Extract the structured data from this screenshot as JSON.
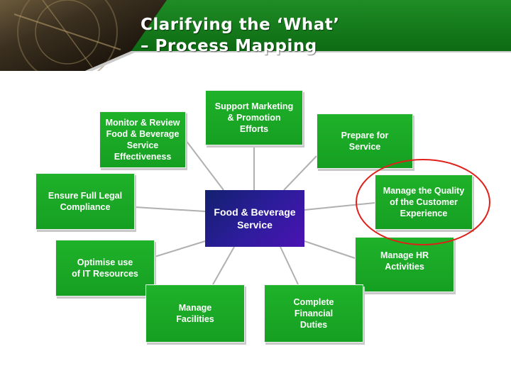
{
  "slide": {
    "title_line1": "Clarifying the ‘What’",
    "title_line2": "– Process Mapping"
  },
  "diagram": {
    "center": "Food & Beverage\nService",
    "nodes": {
      "support_marketing": "Support Marketing\n& Promotion\nEfforts",
      "monitor_review": "Monitor & Review\nFood & Beverage\nService\nEffectiveness",
      "prepare_service": "Prepare for\nService",
      "legal_compliance": "Ensure Full Legal\nCompliance",
      "customer_experience": "Manage the Quality\nof the Customer\nExperience",
      "it_resources": "Optimise use\nof IT Resources",
      "hr_activities": "Manage HR\nActivities",
      "facilities": "Manage\nFacilities",
      "financial_duties": "Complete\nFinancial\nDuties"
    },
    "colors": {
      "node_green": "#1aa726",
      "center_blue": "#2b1d9a",
      "header_bar": "#0f7a16",
      "highlight_ring": "#e0201b"
    }
  }
}
